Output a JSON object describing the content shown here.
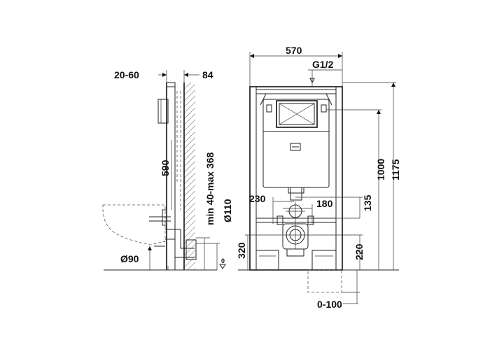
{
  "labels": {
    "depth_adjust": "20-60",
    "frame_depth": "84",
    "height_590": "590",
    "pipe_range": "min 40-max 368",
    "pipe_dia_110": "Ø110",
    "pipe_dia_90": "Ø90",
    "height_320": "320",
    "width_570": "570",
    "inlet_g12": "G1/2",
    "offset_230": "230",
    "width_180": "180",
    "height_135": "135",
    "height_220": "220",
    "height_1000": "1000",
    "height_1175": "1175",
    "foot_range": "0-100",
    "floor_zero": "0"
  },
  "colors": {
    "line": "#222222",
    "background": "#ffffff"
  }
}
